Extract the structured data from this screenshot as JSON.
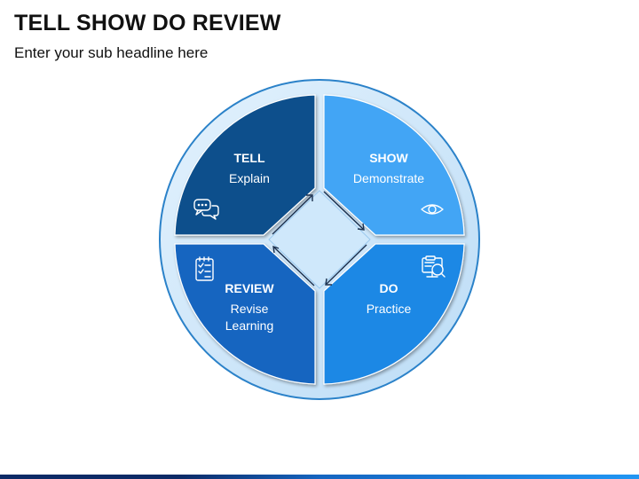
{
  "header": {
    "title": "TELL SHOW DO REVIEW",
    "subtitle": "Enter your sub headline here"
  },
  "quadrants": [
    {
      "id": "tell",
      "heading": "TELL",
      "lines": [
        "Explain"
      ],
      "icon": "speech-bubbles-icon",
      "color": "#0b4f8c"
    },
    {
      "id": "show",
      "heading": "SHOW",
      "lines": [
        "Demonstrate"
      ],
      "icon": "eye-icon",
      "color": "#42a5f5"
    },
    {
      "id": "do",
      "heading": "DO",
      "lines": [
        "Practice"
      ],
      "icon": "screen-presentation-icon",
      "color": "#1e88e5"
    },
    {
      "id": "review",
      "heading": "REVIEW",
      "lines": [
        "Revise",
        "Learning"
      ],
      "icon": "checklist-clipboard-icon",
      "color": "#1565c0"
    }
  ],
  "colors": {
    "outer_ring": "#cde8fb",
    "ring_stroke": "#2b82c9",
    "center": "#cfe8fb",
    "arrow": "#1a2f4d",
    "text": "#ffffff"
  }
}
